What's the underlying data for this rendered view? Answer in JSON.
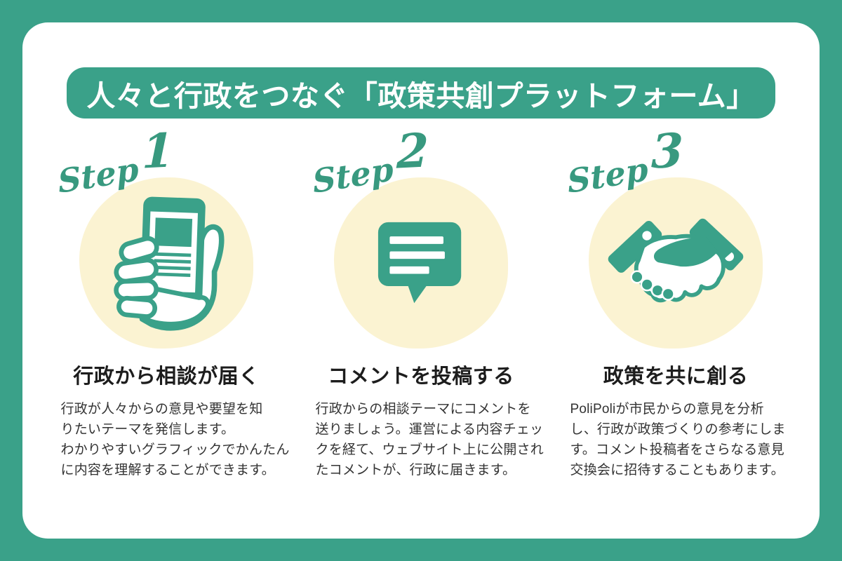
{
  "theme": {
    "accent_teal": "#3AA189",
    "icon_teal": "#3AA189",
    "script_teal": "#38997F",
    "circle_yellow": "#FBF3D2",
    "card_white": "#FFFFFF",
    "heading_color": "#1D1D1D",
    "body_color": "#333333"
  },
  "header": {
    "title": "人々と行政をつなぐ「政策共創プラットフォーム」"
  },
  "steps": [
    {
      "label_word": "Step",
      "label_number": "1",
      "icon": "phone-in-hand-icon",
      "title": "行政から相談が届く",
      "description": "行政が人々からの意見や要望を知\nりたいテーマを発信します。\nわかりやすいグラフィックでかんたん\nに内容を理解することができます。"
    },
    {
      "label_word": "Step",
      "label_number": "2",
      "icon": "speech-bubble-icon",
      "title": "コメントを投稿する",
      "description": "行政からの相談テーマにコメントを\n送りましょう。運営による内容チェッ\nクを経て、ウェブサイト上に公開され\nたコメントが、行政に届きます。"
    },
    {
      "label_word": "Step",
      "label_number": "3",
      "icon": "handshake-icon",
      "title": "政策を共に創る",
      "description": "PoliPoliが市民からの意見を分析\nし、行政が政策づくりの参考にしま\nす。コメント投稿者をさらなる意見\n交換会に招待することもあります。"
    }
  ]
}
